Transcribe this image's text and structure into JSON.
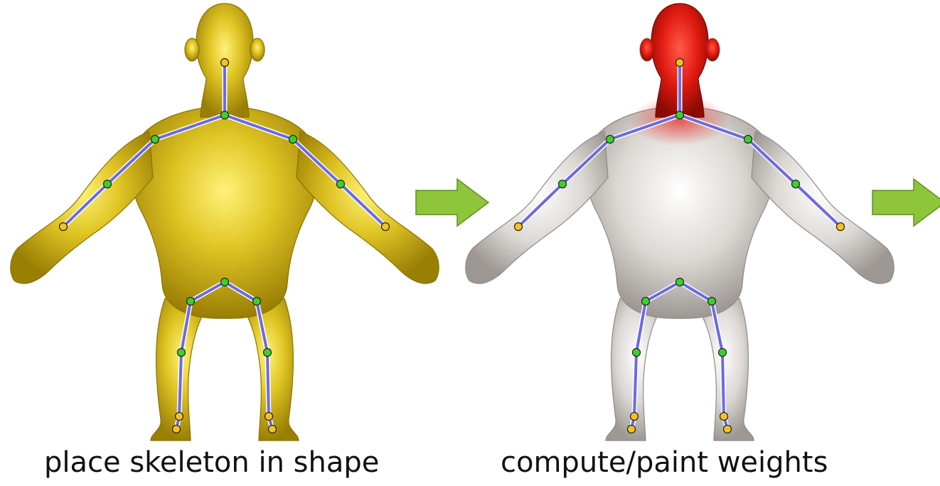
{
  "panels": [
    {
      "caption": "place skeleton in shape",
      "shading": "yellow"
    },
    {
      "caption": "compute/paint weights",
      "shading": "white-with-red-weights"
    }
  ],
  "colors": {
    "yellow_body": "#d9bd1c",
    "white_body": "#d6d2cf",
    "weight_red": "#dd1a12",
    "bone": "#6b6be0",
    "joint_green": "#3fcf2c",
    "endpoint_yellow": "#f3c21f",
    "arrow_green": "#8ec53b"
  },
  "arrows": [
    {
      "icon": "right-arrow-icon"
    },
    {
      "icon": "right-arrow-icon"
    }
  ]
}
